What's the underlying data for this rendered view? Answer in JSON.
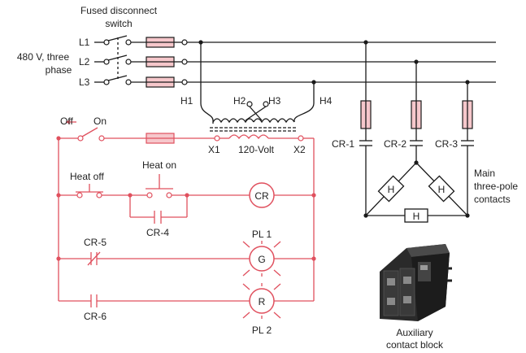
{
  "power": {
    "switch_label_1": "Fused disconnect",
    "switch_label_2": "switch",
    "supply_label_1": "480 V, three",
    "supply_label_2": "phase",
    "lines": [
      "L1",
      "L2",
      "L3"
    ]
  },
  "transformer": {
    "h1": "H1",
    "h2": "H2",
    "h3": "H3",
    "h4": "H4",
    "x1": "X1",
    "x2": "X2",
    "secondary": "120-Volt"
  },
  "control": {
    "off": "Off",
    "on": "On",
    "heat_off": "Heat off",
    "heat_on": "Heat on",
    "coil": "CR",
    "seal_in": "CR-4",
    "cr5": "CR-5",
    "cr6": "CR-6",
    "pl1": "PL 1",
    "pl2": "PL 2",
    "lamp_g": "G",
    "lamp_r": "R"
  },
  "heater": {
    "contacts": [
      "CR-1",
      "CR-2",
      "CR-3"
    ],
    "element": "H",
    "main_1": "Main",
    "main_2": "three-pole",
    "main_3": "contacts"
  },
  "photo": {
    "caption_1": "Auxiliary",
    "caption_2": "contact block"
  }
}
